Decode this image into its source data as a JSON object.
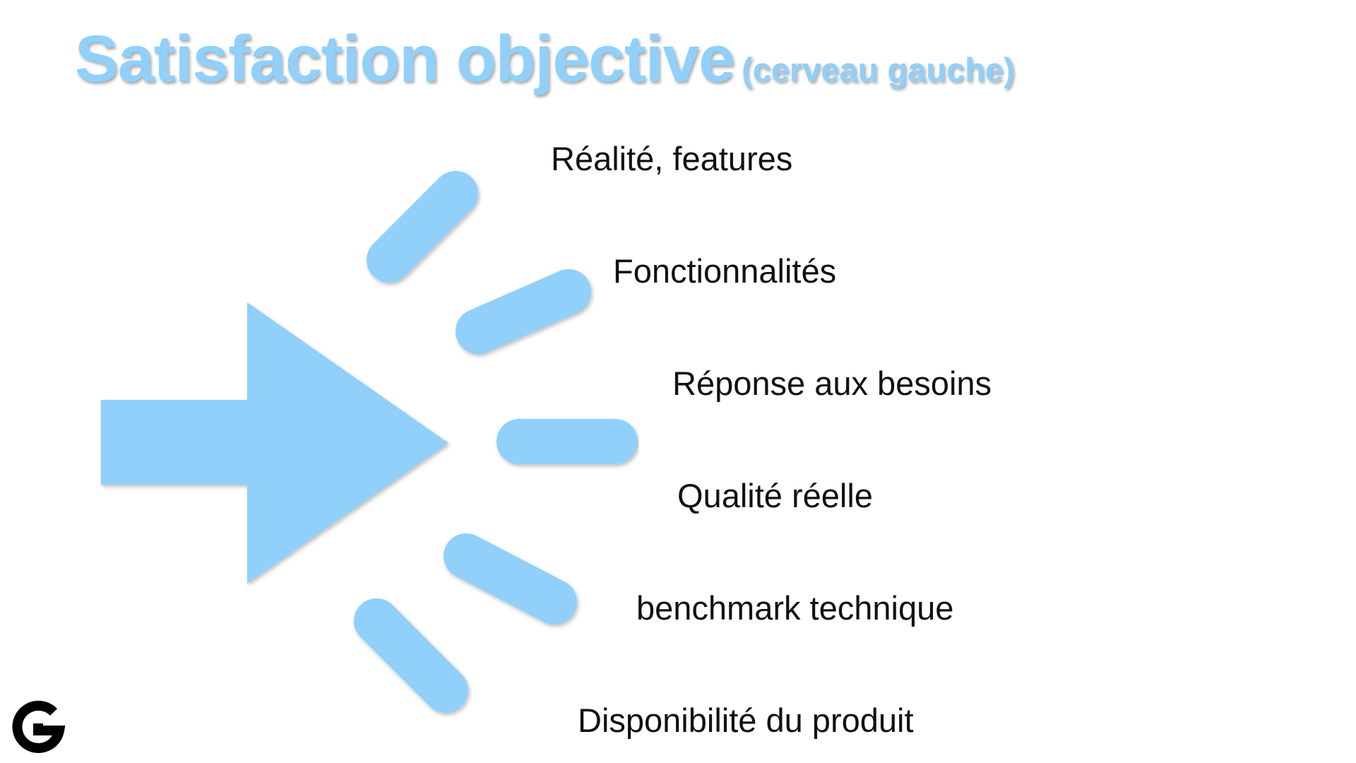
{
  "slide": {
    "title": "Satisfaction objective",
    "subtitle": "(cerveau gauche)",
    "items": [
      "Réalité, features",
      "Fonctionnalités",
      "Réponse aux besoins",
      "Qualité réelle",
      "benchmark technique",
      "Disponibilité du produit"
    ]
  },
  "colors": {
    "accent": "#90d0fa",
    "text": "#111111",
    "background": "#ffffff",
    "logo": "#000000"
  },
  "icons": {
    "arrow": "arrow-right-icon",
    "rays": "burst-rays-icon",
    "logo": "g-logo-icon"
  }
}
